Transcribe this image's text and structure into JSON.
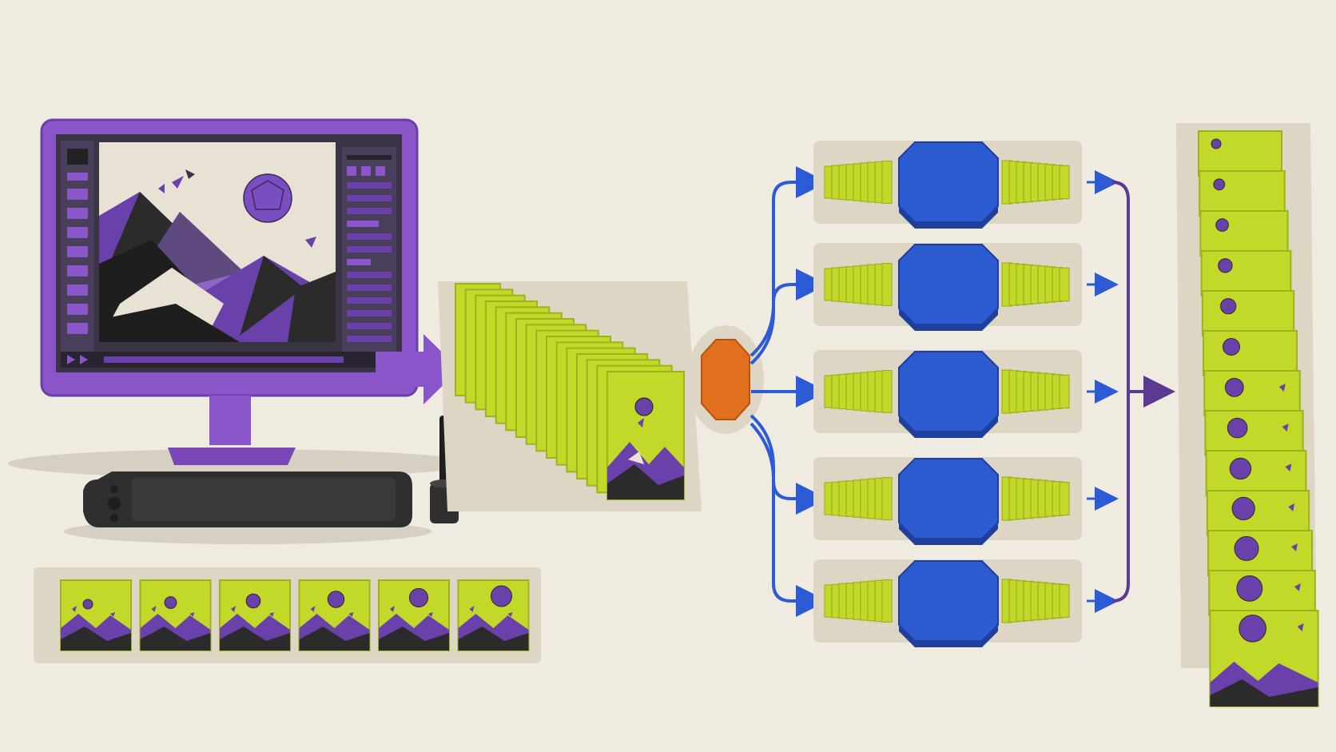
{
  "colors": {
    "background": "#efebe0",
    "paper": "#ddd6c4",
    "monitor_purple": "#8a55c8",
    "screen_dark": "#3a3444",
    "lime": "#c3d92a",
    "lime_dark": "#9db21c",
    "orange": "#e0701e",
    "blue": "#2c5ad0",
    "blue_dark": "#1f3f9c",
    "arrow_blue": "#2d5bd6",
    "arrow_purple": "#5b3a92",
    "mountain_purple": "#6a41aa",
    "dark": "#2b2b2b"
  },
  "diagram": {
    "source": {
      "device": "monitor-with-editor",
      "accessory": "drawing-tablet-and-stylus"
    },
    "filmstrip_frames": 6,
    "input_stack_cards": 16,
    "splitter_shape": "octagon",
    "branches": 5,
    "branch_block_shape": "octagon",
    "output_stack_cards": 13
  }
}
